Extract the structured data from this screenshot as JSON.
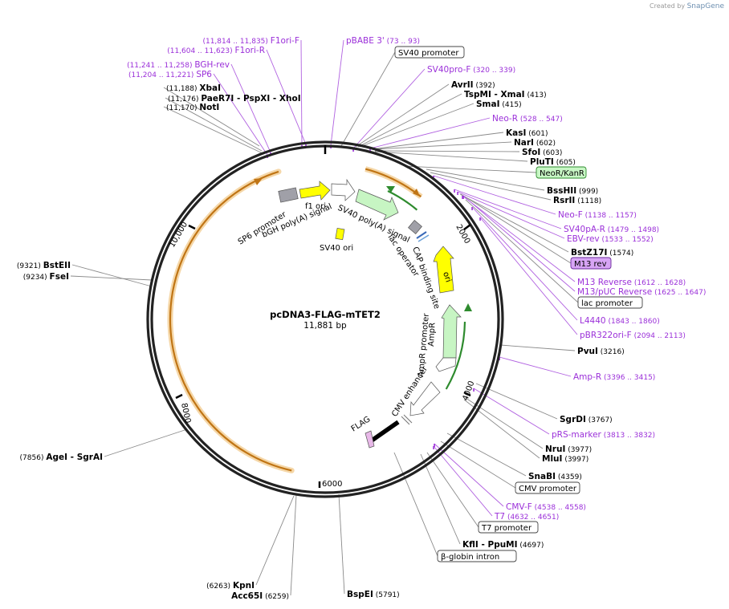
{
  "credit": {
    "prefix": "Created by",
    "brand": "SnapGene"
  },
  "plasmid": {
    "name": "pcDNA3-FLAG-mTET2",
    "size": "11,881 bp"
  },
  "colors": {
    "primer": "#9b30d9",
    "site": "#000000",
    "line": "#8a8a8a",
    "feature_box_green": "#c8f7c5",
    "feature_box_purple": "#d7a4f5",
    "orf": "#c7f5c3",
    "origin": "#ffff00",
    "orange": "#f4a020"
  },
  "ticks": [
    "2000",
    "4000",
    "6000",
    "8000",
    "10,000"
  ],
  "labels": [
    {
      "k": "s",
      "name": "XbaI",
      "pos": "(11,188)"
    },
    {
      "k": "s",
      "name": "PaeR7I - PspXI - XhoI",
      "pos": "(11,176)"
    },
    {
      "k": "s",
      "name": "NotI",
      "pos": "(11,170)"
    },
    {
      "k": "p",
      "name": "F1ori-F",
      "pos": "(11,814 .. 11,835)"
    },
    {
      "k": "p",
      "name": "F1ori-R",
      "pos": "(11,604 .. 11,623)"
    },
    {
      "k": "p",
      "name": "BGH-rev",
      "pos": "(11,241 .. 11,258)"
    },
    {
      "k": "p",
      "name": "SP6",
      "pos": "(11,204 .. 11,221)"
    },
    {
      "k": "p",
      "name": "pBABE 3'",
      "pos": "(73 .. 93)"
    },
    {
      "k": "b",
      "name": "SV40 promoter",
      "pos": ""
    },
    {
      "k": "p",
      "name": "SV40pro-F",
      "pos": "(320 .. 339)"
    },
    {
      "k": "s",
      "name": "AvrII",
      "pos": "(392)"
    },
    {
      "k": "s",
      "name": "TspMI - XmaI",
      "pos": "(413)"
    },
    {
      "k": "s",
      "name": "SmaI",
      "pos": "(415)"
    },
    {
      "k": "p",
      "name": "Neo-R",
      "pos": "(528 .. 547)"
    },
    {
      "k": "s",
      "name": "KasI",
      "pos": "(601)"
    },
    {
      "k": "s",
      "name": "NarI",
      "pos": "(602)"
    },
    {
      "k": "s",
      "name": "SfoI",
      "pos": "(603)"
    },
    {
      "k": "s",
      "name": "PluTI",
      "pos": "(605)"
    },
    {
      "k": "g",
      "name": "NeoR/KanR",
      "pos": ""
    },
    {
      "k": "s",
      "name": "BssHII",
      "pos": "(999)"
    },
    {
      "k": "s",
      "name": "RsrII",
      "pos": "(1118)"
    },
    {
      "k": "p",
      "name": "Neo-F",
      "pos": "(1138 .. 1157)"
    },
    {
      "k": "p",
      "name": "SV40pA-R",
      "pos": "(1479 .. 1498)"
    },
    {
      "k": "p",
      "name": "EBV-rev",
      "pos": "(1533 .. 1552)"
    },
    {
      "k": "s",
      "name": "BstZ17I",
      "pos": "(1574)"
    },
    {
      "k": "v",
      "name": "M13 rev",
      "pos": ""
    },
    {
      "k": "p",
      "name": "M13 Reverse",
      "pos": "(1612 .. 1628)"
    },
    {
      "k": "p",
      "name": "M13/pUC Reverse",
      "pos": "(1625 .. 1647)"
    },
    {
      "k": "b",
      "name": "lac promoter",
      "pos": ""
    },
    {
      "k": "p",
      "name": "L4440",
      "pos": "(1843 .. 1860)"
    },
    {
      "k": "p",
      "name": "pBR322ori-F",
      "pos": "(2094 .. 2113)"
    },
    {
      "k": "s",
      "name": "PvuI",
      "pos": "(3216)"
    },
    {
      "k": "p",
      "name": "Amp-R",
      "pos": "(3396 .. 3415)"
    },
    {
      "k": "s",
      "name": "SgrDI",
      "pos": "(3767)"
    },
    {
      "k": "p",
      "name": "pRS-marker",
      "pos": "(3813 .. 3832)"
    },
    {
      "k": "s",
      "name": "NruI",
      "pos": "(3977)"
    },
    {
      "k": "s",
      "name": "MluI",
      "pos": "(3997)"
    },
    {
      "k": "s",
      "name": "SnaBI",
      "pos": "(4359)"
    },
    {
      "k": "b",
      "name": "CMV promoter",
      "pos": ""
    },
    {
      "k": "p",
      "name": "CMV-F",
      "pos": "(4538 .. 4558)"
    },
    {
      "k": "p",
      "name": "T7",
      "pos": "(4632 .. 4651)"
    },
    {
      "k": "b",
      "name": "T7 promoter",
      "pos": ""
    },
    {
      "k": "s",
      "name": "KflI - PpuMI",
      "pos": "(4697)"
    },
    {
      "k": "b",
      "name": "β-globin intron",
      "pos": ""
    },
    {
      "k": "s",
      "name": "BspEI",
      "pos": "(5791)"
    },
    {
      "k": "s",
      "name": "KpnI",
      "pos": "(6263)"
    },
    {
      "k": "s",
      "name": "Acc65I",
      "pos": "(6259)"
    },
    {
      "k": "s",
      "name": "AgeI - SgrAI",
      "pos": "(7856)"
    },
    {
      "k": "s",
      "name": "BstEII",
      "pos": "(9321)"
    },
    {
      "k": "s",
      "name": "FseI",
      "pos": "(9234)"
    }
  ],
  "inner_features": [
    "SP6 promoter",
    "bGH poly(A) signal",
    "f1 ori",
    "SV40 poly(A) signal",
    "SV40 ori",
    "lac operator",
    "CAP binding site",
    "ori",
    "AmpR",
    "AmpR promoter",
    "CMV enhancer",
    "FLAG"
  ]
}
